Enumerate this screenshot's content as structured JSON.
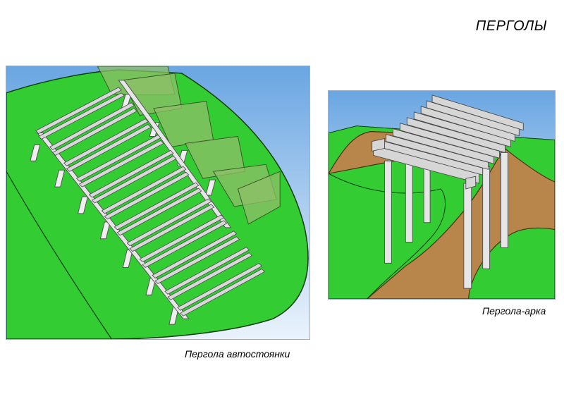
{
  "page": {
    "title": "ПЕРГОЛЫ"
  },
  "illustrations": [
    {
      "caption": "Пергола автостоянки"
    },
    {
      "caption": "Пергола-арка"
    }
  ],
  "colors": {
    "sky_top": "#6aa6e2",
    "sky_bottom": "#eaf3fc",
    "grass": "#33cc33",
    "path": "#b8864a",
    "timber": "#d8d8d8",
    "glass": "#8fbf6a"
  }
}
